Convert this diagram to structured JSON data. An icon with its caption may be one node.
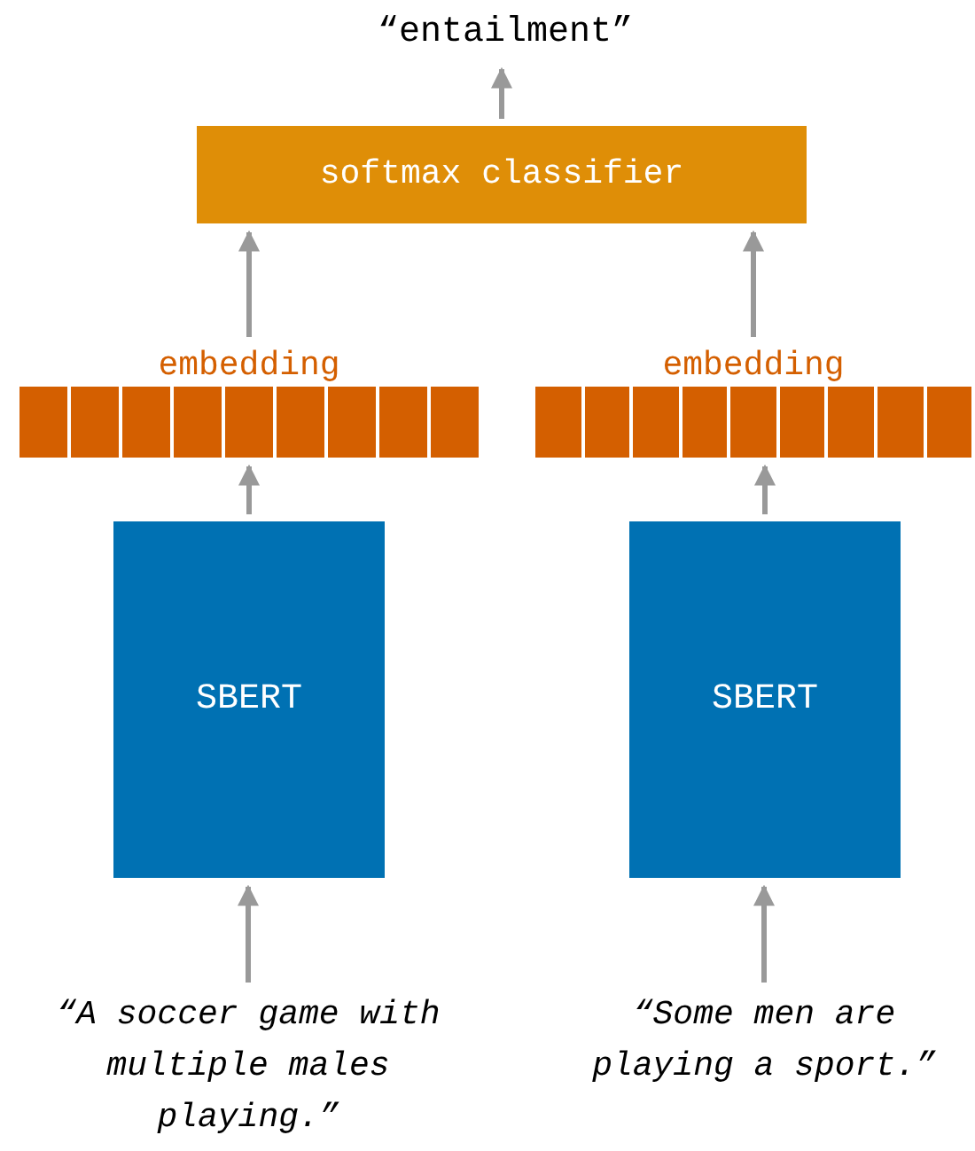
{
  "diagram": {
    "nodes": [
      {
        "text": [
          "“entailment”"
        ]
      },
      {
        "text": [
          "softmax classifier"
        ]
      },
      {
        "text": [
          "embedding"
        ]
      },
      {
        "text": [
          "embedding"
        ]
      },
      {
        "text": [
          "SBERT"
        ]
      },
      {
        "text": [
          "SBERT"
        ]
      },
      {
        "text": [
          "“A soccer game with multiple males playing.”"
        ]
      },
      {
        "text": [
          "“Some men are playing a sport.”"
        ]
      }
    ],
    "edges": [
      {
        "from": 6,
        "to": 4,
        "arrow": "to"
      },
      {
        "from": 4,
        "to": 2,
        "arrow": "to"
      },
      {
        "from": 2,
        "to": 1,
        "arrow": "to"
      },
      {
        "from": 7,
        "to": 5,
        "arrow": "to"
      },
      {
        "from": 5,
        "to": 3,
        "arrow": "to"
      },
      {
        "from": 3,
        "to": 1,
        "arrow": "to"
      },
      {
        "from": 1,
        "to": 0,
        "arrow": "to"
      }
    ]
  }
}
